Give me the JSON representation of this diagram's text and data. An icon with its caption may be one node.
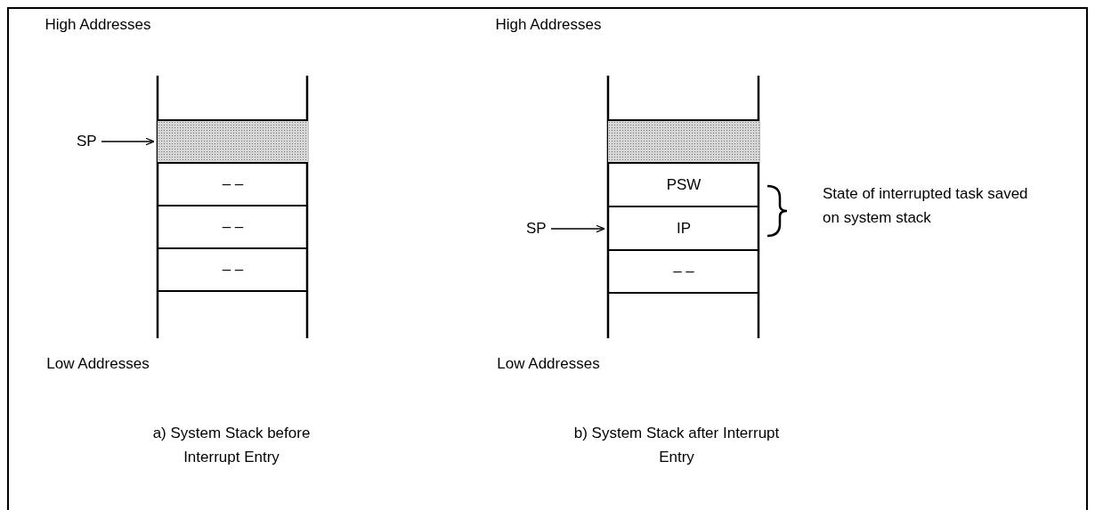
{
  "diagram": {
    "nodes": [
      {
        "text": [
          "SP"
        ]
      },
      {
        "text": [],
        "shape": "box"
      },
      {
        "text": [
          "– –"
        ]
      },
      {
        "text": [
          "– –"
        ]
      },
      {
        "text": [
          "– –"
        ]
      },
      {
        "text": [
          "SP"
        ]
      },
      {
        "text": [],
        "shape": "box"
      },
      {
        "text": [
          "PSW"
        ]
      },
      {
        "text": [
          "IP"
        ]
      },
      {
        "text": [
          "– –"
        ]
      }
    ],
    "edges": [
      {
        "from": 0,
        "to": 1,
        "arrow": "to"
      },
      {
        "from": 5,
        "to": 8,
        "arrow": "to"
      }
    ],
    "labels": [
      "High Addresses",
      "High Addresses",
      "State of interrupted task saved on system stack",
      "Low Addresses",
      "Low Addresses",
      "a) System Stack before Interrupt Entry",
      "b) System Stack after Interrupt Entry"
    ]
  }
}
